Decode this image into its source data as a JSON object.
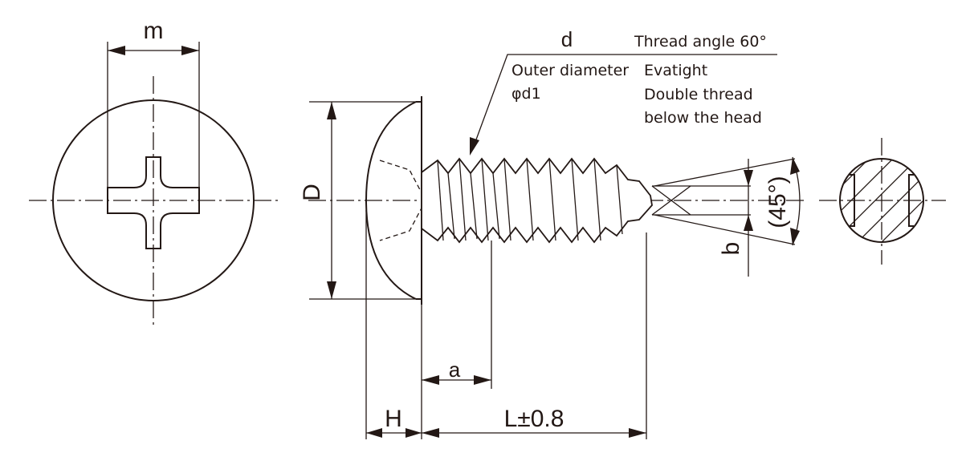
{
  "dimensions": {
    "m": "m",
    "D": "D",
    "d": "d",
    "a": "a",
    "H": "H",
    "L": "L±0.8",
    "b": "b",
    "angle": "(45°)"
  },
  "notes": {
    "thread_angle": "Thread angle 60°",
    "outer_diameter_line1": "Outer diameter",
    "outer_diameter_line2": "φd1",
    "feature_line1": "Evatight",
    "feature_line2": "Double thread",
    "feature_line3": "below the head"
  }
}
